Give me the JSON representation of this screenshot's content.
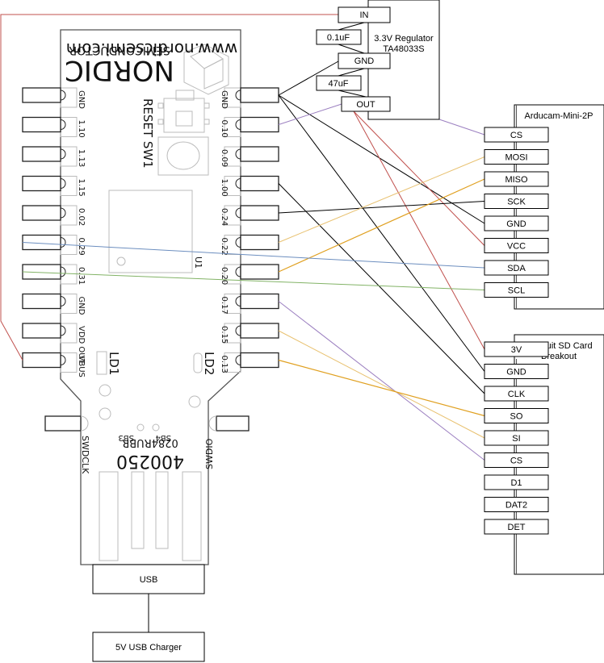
{
  "board": {
    "url": "www.nordicsemi.com",
    "company": "SEMICONDUCTOR",
    "brand": "NORDIC",
    "reset_label": "RESET SW1",
    "u1_label": "U1",
    "ld1_label": "LD1",
    "ld2_label": "LD2",
    "sb3_label": "SB3",
    "sb4_label": "SB4",
    "part_number": "0284RUBR",
    "model": "400250",
    "swdclk_label": "SWDCLK",
    "swdio_label": "SWDIO",
    "left_pins": [
      "GND",
      "1.10",
      "1.13",
      "1.15",
      "0.02",
      "0.29",
      "0.31",
      "GND",
      "VDD OUT",
      "VBUS"
    ],
    "right_pins": [
      "GND",
      "0.10",
      "0.09",
      "1.00",
      "0.24",
      "0.22",
      "0.20",
      "0.17",
      "0.15",
      "0.13"
    ]
  },
  "regulator": {
    "title_line1": "3.3V Regulator",
    "title_line2": "TA48033S",
    "pins": {
      "in": "IN",
      "gnd": "GND",
      "out": "OUT"
    },
    "cap1": "0.1uF",
    "cap2": "47uF"
  },
  "camera": {
    "title": "Arducam-Mini-2P",
    "pins": [
      "CS",
      "MOSI",
      "MISO",
      "SCK",
      "GND",
      "VCC",
      "SDA",
      "SCL"
    ]
  },
  "sdcard": {
    "title_line1": "Adafruit SD Card",
    "title_line2": "Breakout",
    "pins": [
      "3V",
      "GND",
      "CLK",
      "SO",
      "SI",
      "CS",
      "D1",
      "DAT2",
      "DET"
    ]
  },
  "usb": {
    "label": "USB"
  },
  "charger": {
    "label": "5V USB Charger"
  },
  "wire_colors": {
    "power": "#c0504d",
    "ground": "#000000",
    "purple": "#9b7fc0",
    "orange_light": "#e8c170",
    "orange": "#e0a020",
    "blue": "#6c8ebf",
    "green": "#82b366"
  }
}
